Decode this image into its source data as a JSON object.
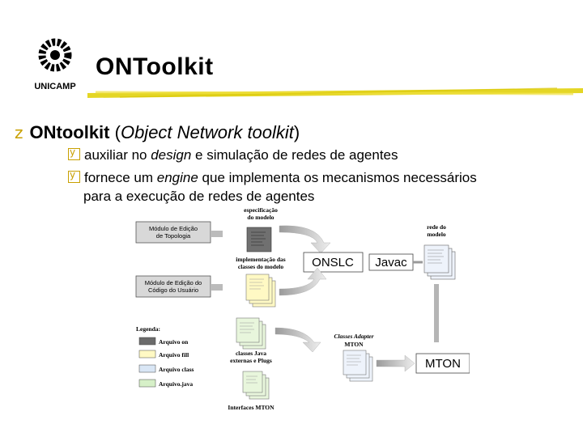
{
  "header": {
    "logo_text": "UNICAMP",
    "title": "ONToolkit"
  },
  "bullet_main": {
    "bold": "ONtoolkit",
    "open": " (",
    "italic": "Object Network toolkit",
    "close": ")"
  },
  "sub1": {
    "a": "auxiliar no ",
    "i": "design",
    "b": " e simulação de redes de agentes"
  },
  "sub2": {
    "a": "fornece um ",
    "i": "engine",
    "b": " que implementa os mecanismos necessários"
  },
  "sub2_cont": "para a execução de redes de agentes",
  "diagram": {
    "spec_l1": "especificação",
    "spec_l2": "do modelo",
    "rede_l1": "rede do",
    "rede_l2": "modelo",
    "mod_top_l1": "Módulo de Edição",
    "mod_top_l2": "de Topologia",
    "impl_l1": "implementação das",
    "impl_l2": "classes do modelo",
    "onslc": "ONSLC",
    "javac": "Javac",
    "mod_bot_l1": "Módulo de Edição do",
    "mod_bot_l2": "Código do Usuário",
    "legend_title": "Legenda:",
    "legend": [
      {
        "label": "Arquivo on",
        "color": "#6b6b6b"
      },
      {
        "label": "Arquivo fill",
        "color": "#fff9c4"
      },
      {
        "label": "Arquivo class",
        "color": "#d9e6f5"
      },
      {
        "label": "Arquivo.java",
        "color": "#d6f0c8"
      }
    ],
    "ext_l1": "classes Java",
    "ext_l2": "externas e Plugs",
    "adapter_l1": "Classes Adapter",
    "adapter_l2": "MTON",
    "mton": "MTON",
    "interfaces": "Interfaces MTON"
  }
}
